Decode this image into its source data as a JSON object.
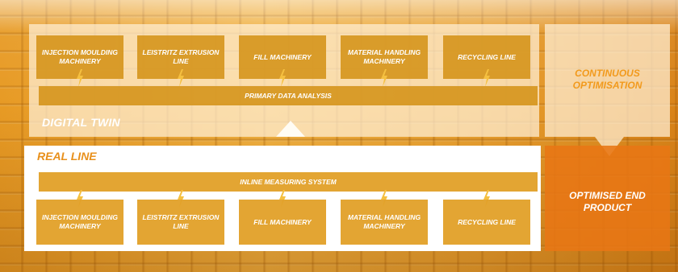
{
  "digital_twin": {
    "label": "DIGITAL TWIN",
    "machines": [
      "INJECTION MOULDING MACHINERY",
      "LEISTRITZ EXTRUSION LINE",
      "FILL MACHINERY",
      "MATERIAL HANDLING MACHINERY",
      "RECYCLING LINE"
    ],
    "bar_label": "PRIMARY DATA ANALYSIS"
  },
  "real_line": {
    "label": "REAL LINE",
    "bar_label": "INLINE MEASURING SYSTEM",
    "machines": [
      "INJECTION MOULDING MACHINERY",
      "LEISTRITZ EXTRUSION LINE",
      "FILL MACHINERY",
      "MATERIAL HANDLING MACHINERY",
      "RECYCLING LINE"
    ]
  },
  "continuous_optimisation": "CONTINUOUS OPTIMISATION",
  "optimised_end_product": "OPTIMISED END PRODUCT",
  "icons": {
    "connector": "lightning-bolt-icon"
  },
  "colors": {
    "accent_orange": "#e8901c",
    "box_fill": "#d6961e",
    "end_product_fill": "#e87614",
    "panel_light": "#fff0d7"
  }
}
